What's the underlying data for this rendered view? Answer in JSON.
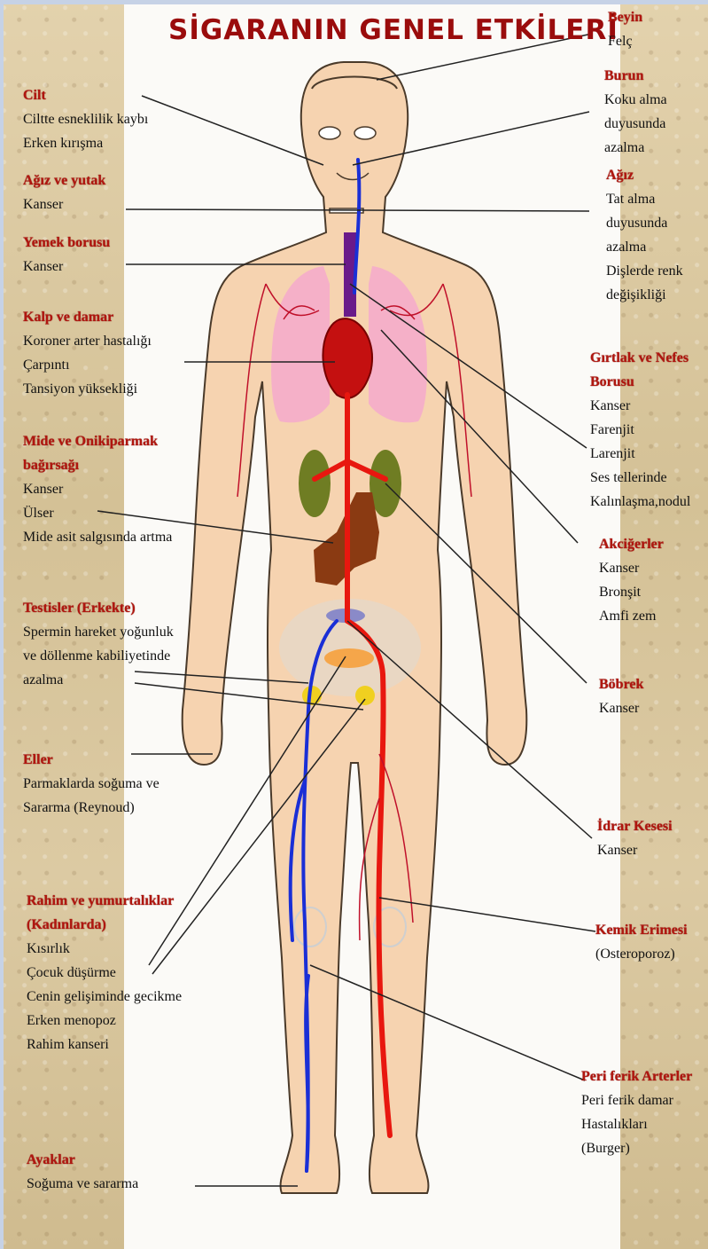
{
  "title": "SİGARANIN GENEL ETKİLERİ",
  "labels": [
    {
      "id": "beyin",
      "head": "Beyin",
      "lines": [
        "Felç"
      ]
    },
    {
      "id": "burun",
      "head": "Burun",
      "lines": [
        "Koku alma",
        "duyusunda",
        "azalma"
      ]
    },
    {
      "id": "agiz",
      "head": "Ağız",
      "lines": [
        "Tat alma",
        "duyusunda",
        "azalma",
        "Dişlerde renk",
        "değişikliği"
      ]
    },
    {
      "id": "girtlak",
      "head": "Gırtlak ve Nefes",
      "head2": "Borusu",
      "lines": [
        "Kanser",
        "Farenjit",
        "Larenjit",
        "Ses tellerinde",
        "Kalınlaşma,nodul"
      ]
    },
    {
      "id": "akcigerler",
      "head": "Akciğerler",
      "lines": [
        "Kanser",
        "Bronşit",
        "Amfi zem"
      ]
    },
    {
      "id": "bobrek",
      "head": "Böbrek",
      "lines": [
        "Kanser"
      ]
    },
    {
      "id": "idrar",
      "head": "İdrar Kesesi",
      "lines": [
        "Kanser"
      ]
    },
    {
      "id": "kemik",
      "head": "Kemik Erimesi",
      "lines": [
        "(Osteroporoz)"
      ]
    },
    {
      "id": "periferik",
      "head": "Peri ferik Arterler",
      "lines": [
        "Peri ferik damar",
        "Hastalıkları",
        "(Burger)"
      ]
    },
    {
      "id": "cilt",
      "head": "Cilt",
      "lines": [
        "Ciltte esneklilik kaybı",
        "Erken kırışma"
      ]
    },
    {
      "id": "agiz-yutak",
      "head": "Ağız ve yutak",
      "lines": [
        "Kanser"
      ]
    },
    {
      "id": "yemek",
      "head": "Yemek borusu",
      "lines": [
        "Kanser"
      ]
    },
    {
      "id": "kalp",
      "head": "Kalp ve damar",
      "lines": [
        "Koroner arter hastalığı",
        "Çarpıntı",
        "Tansiyon yüksekliği"
      ]
    },
    {
      "id": "mide",
      "head": "Mide ve Onikiparmak",
      "head2": "bağırsağı",
      "lines": [
        "Kanser",
        "Ülser",
        "Mide asit salgısında artma"
      ]
    },
    {
      "id": "testis",
      "head": "Testisler (Erkekte)",
      "lines": [
        "Spermin hareket yoğunluk",
        "ve döllenme kabiliyetinde",
        "azalma"
      ]
    },
    {
      "id": "eller",
      "head": "Eller",
      "lines": [
        "Parmaklarda soğuma ve",
        "Sararma (Reynoud)"
      ]
    },
    {
      "id": "rahim",
      "head": "Rahim ve yumurtalıklar",
      "head2": "(Kadınlarda)",
      "lines": [
        "Kısırlık",
        "Çocuk düşürme",
        "Cenin gelişiminde gecikme",
        "Erken menopoz",
        "Rahim kanseri"
      ]
    },
    {
      "id": "ayaklar",
      "head": "Ayaklar",
      "lines": [
        "Soğuma ve sararma"
      ]
    }
  ],
  "colors": {
    "heading": "#b0160f",
    "skin": "#f6d3b0",
    "artery": "#e8170f",
    "vein": "#1a2fd6",
    "lung": "#f5b0c8",
    "kidney": "#6f7d23",
    "stomach": "#8a3a12"
  }
}
